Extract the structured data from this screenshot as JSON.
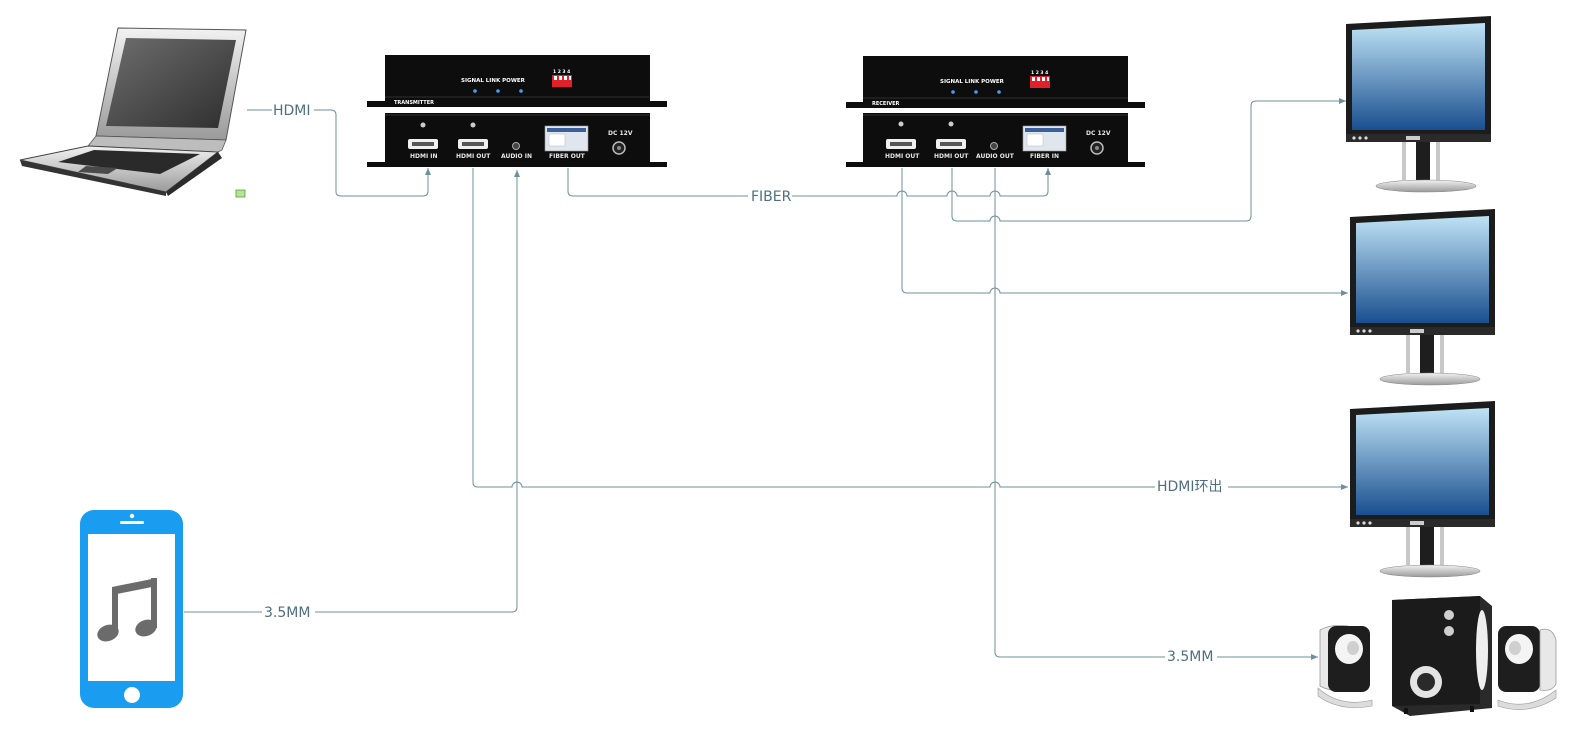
{
  "diagram": {
    "connection_labels": {
      "hdmi": "HDMI",
      "fiber": "FIBER",
      "hdmi_loop": "HDMI环出",
      "audio_in": "3.5MM",
      "audio_out": "3.5MM"
    },
    "transmitter": {
      "name": "TRANSMITTER",
      "indicator_label": "SIGNAL  LINK  POWER",
      "dip_numbers": "1 2 3 4",
      "ports": [
        "HDMI IN",
        "HDMI OUT",
        "AUDIO IN",
        "FIBER OUT",
        "DC 12V"
      ]
    },
    "receiver": {
      "name": "RECEIVER",
      "indicator_label": "SIGNAL  LINK  POWER",
      "dip_numbers": "1 2 3 4",
      "ports": [
        "HDMI OUT",
        "HDMI OUT",
        "AUDIO OUT",
        "FIBER IN",
        "DC 12V"
      ]
    },
    "colors": {
      "wire": "#6f8f9a",
      "device_body": "#0d0d0d",
      "led": "#3ea0ff",
      "dip": "#e0202a",
      "phone": "#1a9cf0",
      "screen_top": "#bfe3f5",
      "screen_bottom": "#1a4f8f"
    },
    "icons": [
      "laptop-icon",
      "phone-music-icon",
      "monitor-icon",
      "speaker-system-icon"
    ]
  }
}
